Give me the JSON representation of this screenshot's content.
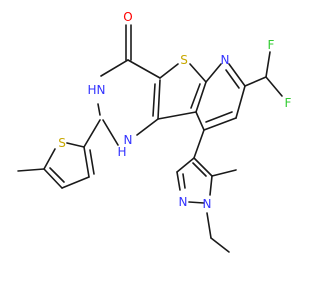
{
  "colors": {
    "bond": "#1a1a1a",
    "O": "#ff0000",
    "N": "#3333ff",
    "S": "#c8a800",
    "F": "#33cc33",
    "background": "#ffffff"
  },
  "atoms": [
    {
      "key": "O",
      "text": "O",
      "element": "O"
    },
    {
      "key": "S_top",
      "text": "S",
      "element": "S"
    },
    {
      "key": "N_pyr",
      "text": "N",
      "element": "N"
    },
    {
      "key": "F1",
      "text": "F",
      "element": "F"
    },
    {
      "key": "F2",
      "text": "F",
      "element": "F"
    },
    {
      "key": "NH3",
      "text": "N",
      "element": "N"
    },
    {
      "key": "H3",
      "text": "H",
      "element": "N"
    },
    {
      "key": "NH1",
      "text": "H",
      "element": "N"
    },
    {
      "key": "N1",
      "text": "N",
      "element": "N"
    },
    {
      "key": "S_thio",
      "text": "S",
      "element": "S"
    },
    {
      "key": "N_pz1",
      "text": "N",
      "element": "N"
    },
    {
      "key": "N_pz2",
      "text": "N",
      "element": "N"
    }
  ]
}
